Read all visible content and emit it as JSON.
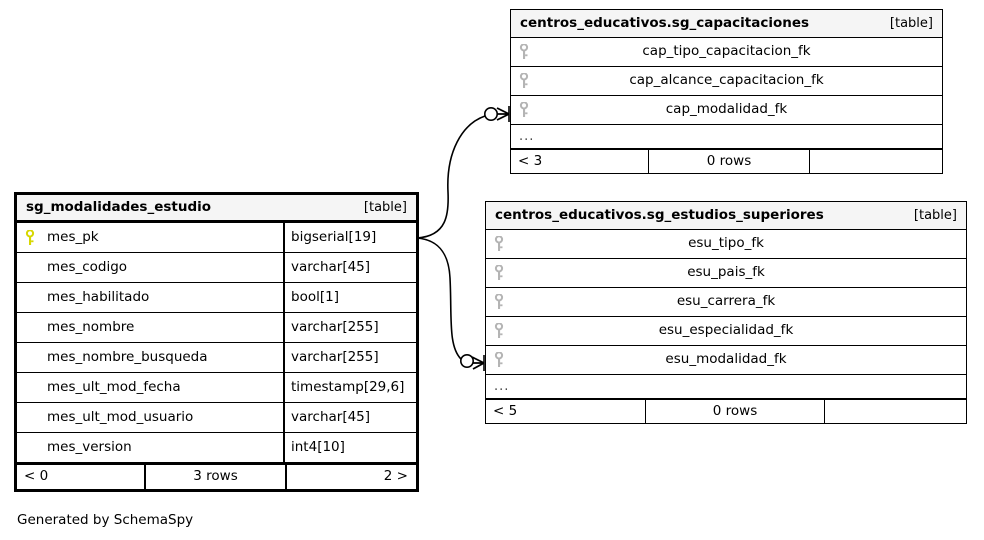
{
  "diagram": {
    "type": "entity-relationship-diagram",
    "generator_credit": "Generated by SchemaSpy",
    "background": "#ffffff",
    "header_fill": "#f5f5f5",
    "pk_key_color": "#d7d700",
    "fk_key_color": "#b4b4b4",
    "line_color": "#000000"
  },
  "tables": {
    "main": {
      "name": "sg_modalidades_estudio",
      "kind": "[table]",
      "columns": [
        {
          "key": "pk",
          "name": "mes_pk",
          "type": "bigserial[19]"
        },
        {
          "key": "none",
          "name": "mes_codigo",
          "type": "varchar[45]"
        },
        {
          "key": "none",
          "name": "mes_habilitado",
          "type": "bool[1]"
        },
        {
          "key": "none",
          "name": "mes_nombre",
          "type": "varchar[255]"
        },
        {
          "key": "none",
          "name": "mes_nombre_busqueda",
          "type": "varchar[255]"
        },
        {
          "key": "none",
          "name": "mes_ult_mod_fecha",
          "type": "timestamp[29,6]"
        },
        {
          "key": "none",
          "name": "mes_ult_mod_usuario",
          "type": "varchar[45]"
        },
        {
          "key": "none",
          "name": "mes_version",
          "type": "int4[10]"
        }
      ],
      "footer": {
        "left": "< 0",
        "middle": "3 rows",
        "right": "2 >"
      }
    },
    "capacitaciones": {
      "name": "centros_educativos.sg_capacitaciones",
      "kind": "[table]",
      "columns": [
        {
          "key": "fk",
          "name": "cap_tipo_capacitacion_fk"
        },
        {
          "key": "fk",
          "name": "cap_alcance_capacitacion_fk"
        },
        {
          "key": "fk",
          "name": "cap_modalidad_fk"
        }
      ],
      "more_indicator": "...",
      "footer": {
        "left": "< 3",
        "middle": "0 rows",
        "right": ""
      }
    },
    "estudios_superiores": {
      "name": "centros_educativos.sg_estudios_superiores",
      "kind": "[table]",
      "columns": [
        {
          "key": "fk",
          "name": "esu_tipo_fk"
        },
        {
          "key": "fk",
          "name": "esu_pais_fk"
        },
        {
          "key": "fk",
          "name": "esu_carrera_fk"
        },
        {
          "key": "fk",
          "name": "esu_especialidad_fk"
        },
        {
          "key": "fk",
          "name": "esu_modalidad_fk"
        }
      ],
      "more_indicator": "...",
      "footer": {
        "left": "< 5",
        "middle": "0 rows",
        "right": ""
      }
    }
  },
  "relationships": [
    {
      "name": "mes_pk-to-cap_modalidad_fk",
      "from_table": "sg_modalidades_estudio",
      "from_column": "mes_pk",
      "to_table": "centros_educativos.sg_capacitaciones",
      "to_column": "cap_modalidad_fk",
      "cardinality": "zero-or-many"
    },
    {
      "name": "mes_pk-to-esu_modalidad_fk",
      "from_table": "sg_modalidades_estudio",
      "from_column": "mes_pk",
      "to_table": "centros_educativos.sg_estudios_superiores",
      "to_column": "esu_modalidad_fk",
      "cardinality": "zero-or-many"
    }
  ]
}
